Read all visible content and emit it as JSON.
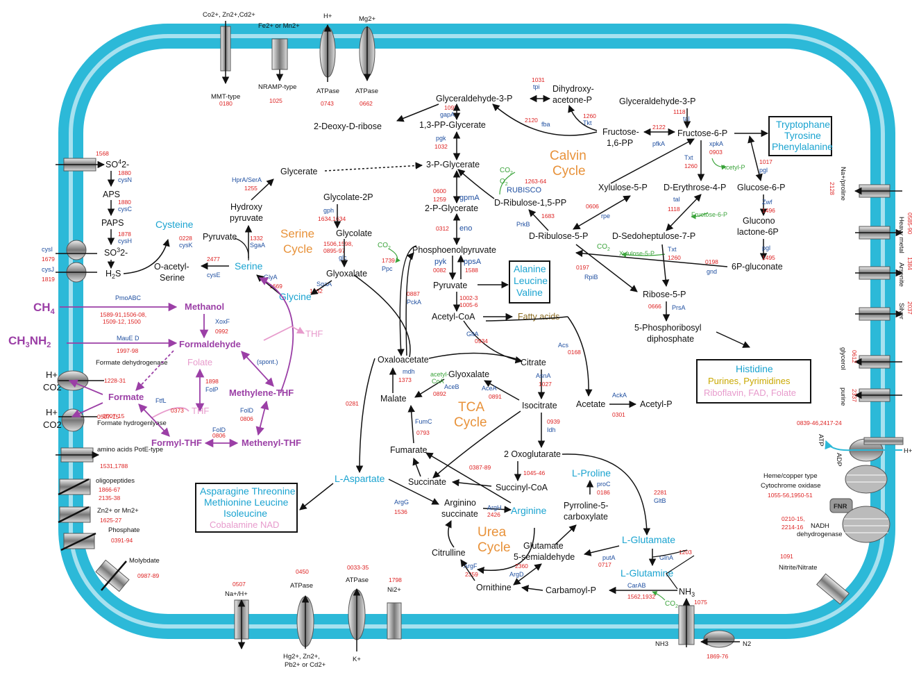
{
  "transporters_top": [
    {
      "label": "Co2+, Zn2+,Cd2+",
      "type": "MMT-type",
      "id": "0180"
    },
    {
      "label": "Fe2+ or Mn2+",
      "type": "NRAMP-type",
      "id": "1025"
    },
    {
      "label": "H+",
      "type": "ATPase",
      "id": "0743"
    },
    {
      "label": "Mg2+",
      "type": "ATPase",
      "id": "0662"
    }
  ],
  "transporters_bottom": [
    {
      "label": "Na+/H+",
      "id": "0507"
    },
    {
      "label": "Hg2+, Zn2+, Pb2+ or Cd2+",
      "type": "ATPase",
      "id": "0450"
    },
    {
      "label": "K+",
      "type": "ATPase",
      "id": "0033-35"
    },
    {
      "label": "Ni2+",
      "id": "1798"
    },
    {
      "label": "NH3",
      "id": "1075"
    },
    {
      "label": "N2",
      "id": "1869-76"
    }
  ],
  "transporters_left": [
    {
      "label": "Formate dehydrogenase",
      "id": "1228-31"
    },
    {
      "label": "Formate hydrogenlyase",
      "id": "0507-15"
    },
    {
      "label": "amino acids PotE-type",
      "id": "1531,1788"
    },
    {
      "label": "oligopeptides",
      "id": "1866-67 2135-38"
    },
    {
      "label": "Zn2+ or Mn2+",
      "id": "1625-27"
    },
    {
      "label": "Phosphate",
      "id": "0391-94"
    },
    {
      "label": "Molybdate",
      "id": "0987-89"
    }
  ],
  "transporters_right": [
    {
      "label": "Na+/proline",
      "id": "2128"
    },
    {
      "label": "Heavy metal",
      "id": "0585-90"
    },
    {
      "label": "Arsenite",
      "id": "1384"
    },
    {
      "label": "Silver",
      "id": "2037"
    },
    {
      "label": "glycerol",
      "id": "0612"
    },
    {
      "label": "purine",
      "id": "2337"
    }
  ],
  "respiration": {
    "atp": "ATP",
    "adp": "ADP",
    "proton": "H+",
    "id": "0839-46,2417-24",
    "oxidase": "Heme/copper type Cytochrome oxidase",
    "oxidase_id": "1055-56,1950-51",
    "fnr": "FNR",
    "nadh": "NADH dehydrogenase",
    "nadh_id": "0210-15, 2214-16",
    "nitrite": "Nitrite/Nitrate",
    "nitrite_id": "1091"
  },
  "substrates": {
    "ch4": "CH4",
    "ch3nh2": "CH3NH2",
    "h_plus": "H+",
    "co2": "CO2"
  },
  "cycles": {
    "calvin": "Calvin Cycle",
    "serine": "Serine Cycle",
    "tca": "TCA Cycle",
    "urea": "Urea Cycle"
  },
  "boxes": {
    "aromatic": [
      "Tryptophane",
      "Tyrosine",
      "Phenylalanine"
    ],
    "pyruvate_aa": [
      "Alanine",
      "Leucine",
      "Valine"
    ],
    "histidine": "Histidine",
    "purines": "Purines, Pyrimidines",
    "vitamins": "Riboflavin, FAD, Folate",
    "aspartate_aa": [
      "Asparagine Threonine",
      "Methionine Leucine",
      "Isoleucine"
    ],
    "cobalamine": "Cobalamine NAD"
  },
  "legend_colors": {
    "membrane": "#2cb9d8",
    "aa": "#1aa3d0",
    "c1": "#9b3fa6",
    "cycle": "#e8923a",
    "ids": "#d22222",
    "genes": "#1f4fa0"
  }
}
